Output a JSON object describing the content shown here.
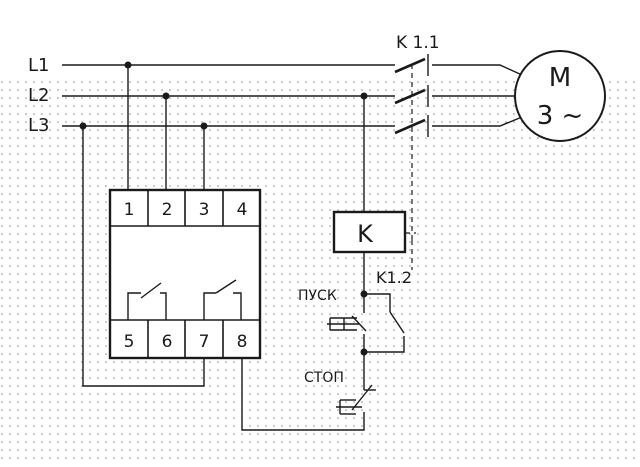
{
  "lines": {
    "l1": "L1",
    "l2": "L2",
    "l3": "L3"
  },
  "motor": {
    "letter": "M",
    "phase": "3 ~"
  },
  "contactor": {
    "main_contacts": "K 1.1",
    "coil": "K",
    "aux_contact": "K1.2"
  },
  "buttons": {
    "start": "ПУСК",
    "stop": "СТОП"
  },
  "relay": {
    "top_terminals": [
      "1",
      "2",
      "3",
      "4"
    ],
    "bottom_terminals": [
      "5",
      "6",
      "7",
      "8"
    ]
  },
  "colors": {
    "ink": "#1a1a1a",
    "grid_dot": "#8a8a8a",
    "background": "#ffffff"
  }
}
